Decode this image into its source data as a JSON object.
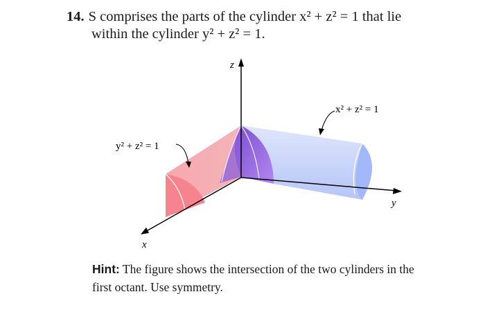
{
  "problem": {
    "number": "14.",
    "line1": "S comprises the parts of the cylinder x² + z² = 1 that lie",
    "line2": "within the cylinder y² + z² = 1."
  },
  "figure": {
    "axis_x": "x",
    "axis_y": "y",
    "axis_z": "z",
    "label_left": "y² + z² = 1",
    "label_right": "x² + z² = 1",
    "colors": {
      "left_cylinder": "#f29aa0",
      "left_cylinder_face": "#f77f88",
      "right_cylinder": "#b8c6f6",
      "right_cylinder_face": "#a9bdfb",
      "intersection": "#9a69e0"
    }
  },
  "hint": {
    "label": "Hint:",
    "line1": "The figure shows the intersection of the two cylinders in the",
    "line2": "first octant. Use symmetry."
  }
}
